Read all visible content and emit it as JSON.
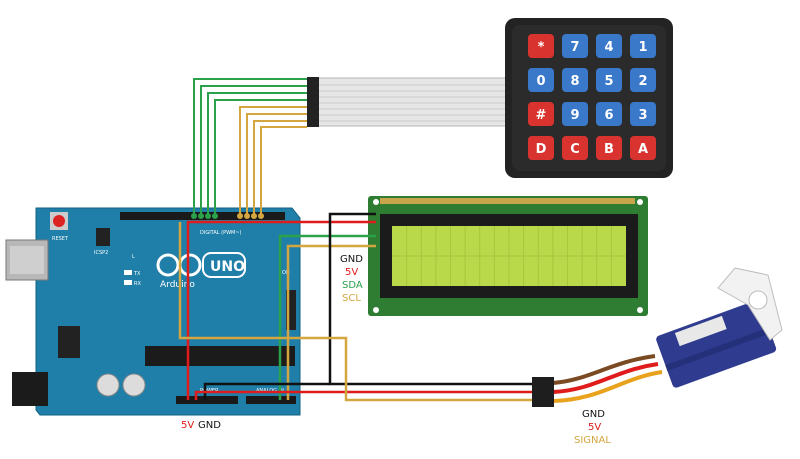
{
  "keypad": {
    "keys": [
      {
        "label": "*",
        "color": "#d9332f"
      },
      {
        "label": "7",
        "color": "#3a78c9"
      },
      {
        "label": "4",
        "color": "#3a78c9"
      },
      {
        "label": "1",
        "color": "#3a78c9"
      },
      {
        "label": "0",
        "color": "#3a78c9"
      },
      {
        "label": "8",
        "color": "#3a78c9"
      },
      {
        "label": "5",
        "color": "#3a78c9"
      },
      {
        "label": "2",
        "color": "#3a78c9"
      },
      {
        "label": "#",
        "color": "#d9332f"
      },
      {
        "label": "9",
        "color": "#3a78c9"
      },
      {
        "label": "6",
        "color": "#3a78c9"
      },
      {
        "label": "3",
        "color": "#3a78c9"
      },
      {
        "label": "D",
        "color": "#d9332f"
      },
      {
        "label": "C",
        "color": "#d9332f"
      },
      {
        "label": "B",
        "color": "#d9332f"
      },
      {
        "label": "A",
        "color": "#d9332f"
      }
    ]
  },
  "arduino": {
    "reset_label": "RESET",
    "icsp_label": "ICSP2",
    "digital_label": "DIGITAL (PWM~)",
    "power_label": "POWER",
    "analog_label": "ANALOG IN",
    "logo_label": "UNO",
    "brand_label": "Arduino",
    "l_label": "L",
    "tx_label": "TX",
    "rx_label": "RX",
    "on_label": "ON"
  },
  "lcd_labels": {
    "gnd": "GND",
    "v5": "5V",
    "sda": "SDA",
    "scl": "SCL"
  },
  "servo_labels": {
    "gnd": "GND",
    "v5": "5V",
    "signal": "SIGNAL"
  },
  "arduino_power_labels": {
    "v5": "5V",
    "gnd": "GND"
  },
  "colors": {
    "board": "#1f7fa8",
    "wire_red": "#e01b1b",
    "wire_black": "#111111",
    "wire_yellow": "#d4a640",
    "wire_green": "#2aa14a",
    "wire_orange": "#d98a1a",
    "lcd_pcb": "#2e7d32",
    "lcd_screen": "#b9d84a",
    "keypad_body": "#222222",
    "servo_body": "#2f3b8f"
  }
}
